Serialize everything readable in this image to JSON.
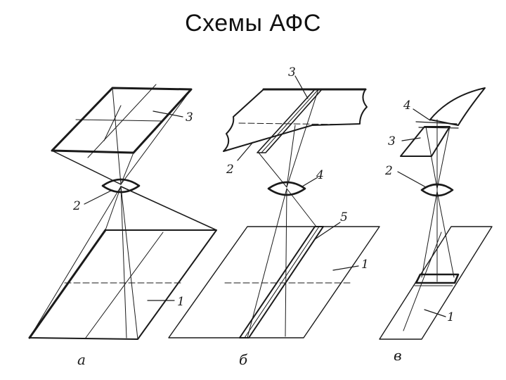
{
  "slide": {
    "title": "Схемы АФС"
  },
  "diagrams": {
    "a": {
      "caption": "а",
      "labels": {
        "film": "3",
        "lens": "2",
        "terrain": "1"
      }
    },
    "b": {
      "caption": "б",
      "labels": {
        "film": "3",
        "lens": "4",
        "strip": "5",
        "film_area": "2",
        "terrain": "1"
      }
    },
    "c": {
      "caption": "в",
      "labels": {
        "film": "4",
        "slit": "3",
        "lens": "2",
        "terrain": "1"
      }
    }
  }
}
